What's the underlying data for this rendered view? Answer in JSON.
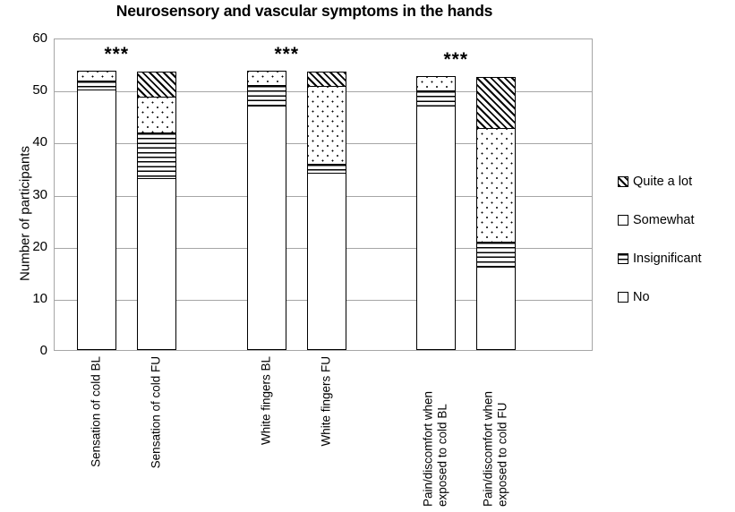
{
  "chart_data": {
    "type": "bar",
    "subtype": "stacked-bar",
    "title": "Neurosensory and vascular symptoms in the hands",
    "xlabel": "",
    "ylabel": "Number of participants",
    "ylim": [
      0,
      60
    ],
    "yticks": [
      0,
      10,
      20,
      30,
      40,
      50,
      60
    ],
    "grid": true,
    "legend_position": "right",
    "categories": [
      "Sensation of cold BL",
      "Sensation of cold FU",
      "White fingers BL",
      "White fingers FU",
      "Pain/discomfort when exposed to cold BL",
      "Pain/discomfort when exposed to cold FU"
    ],
    "series": [
      {
        "name": "No",
        "pattern": "blank",
        "values": [
          50,
          33,
          47,
          34,
          47,
          16
        ]
      },
      {
        "name": "Insignificant",
        "pattern": "horizontal-lines",
        "values": [
          2,
          9,
          4,
          2,
          3,
          5
        ]
      },
      {
        "name": "Somewhat",
        "pattern": "dotted",
        "values": [
          2,
          7,
          3,
          15,
          3,
          22
        ]
      },
      {
        "name": "Quite a lot",
        "pattern": "diagonal-hatch",
        "values": [
          0,
          5,
          0,
          3,
          0,
          10
        ]
      }
    ],
    "totals": [
      54,
      54,
      54,
      54,
      53,
      53
    ],
    "annotations": [
      {
        "text": "***",
        "group": "Sensation of cold"
      },
      {
        "text": "***",
        "group": "White fingers"
      },
      {
        "text": "***",
        "group": "Pain/discomfort when exposed to cold"
      }
    ]
  },
  "legend": {
    "items": [
      {
        "label": "Quite a lot"
      },
      {
        "label": "Somewhat"
      },
      {
        "label": "Insignificant"
      },
      {
        "label": "No"
      }
    ]
  },
  "yticks_text": [
    "60",
    "50",
    "40",
    "30",
    "20",
    "10",
    "0"
  ],
  "xlabels": [
    {
      "line1": "Sensation of cold BL",
      "line2": ""
    },
    {
      "line1": "Sensation of cold FU",
      "line2": ""
    },
    {
      "line1": "White fingers BL",
      "line2": ""
    },
    {
      "line1": "White fingers FU",
      "line2": ""
    },
    {
      "line1": "Pain/discomfort when",
      "line2": "exposed to cold BL"
    },
    {
      "line1": "Pain/discomfort when",
      "line2": "exposed to cold FU"
    }
  ],
  "significance": [
    "***",
    "***",
    "***"
  ]
}
